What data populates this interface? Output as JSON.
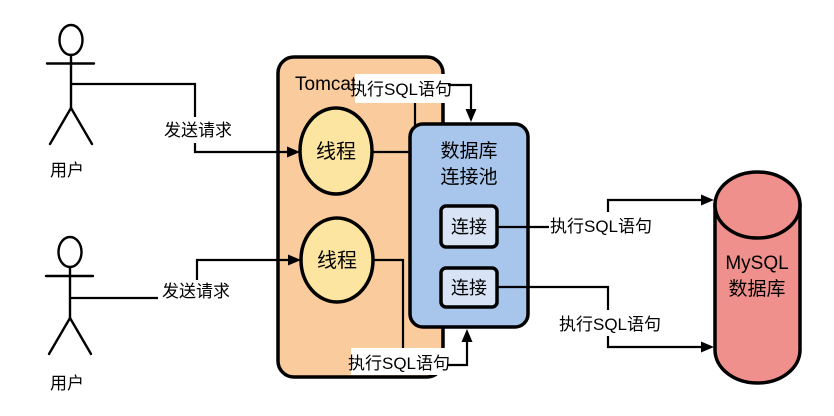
{
  "diagram": {
    "background": "#ffffff",
    "line_color": "#000000",
    "actors": {
      "head_color": "#C995C8",
      "top": {
        "label": "用户"
      },
      "bottom": {
        "label": "用户"
      }
    },
    "tomcat": {
      "label": "Tomcat",
      "fill": "#F9CB9D",
      "thread_fill": "#FBE5A0",
      "threads": [
        {
          "label": "线程"
        },
        {
          "label": "线程"
        }
      ]
    },
    "pool": {
      "title_line1": "数据库",
      "title_line2": "连接池",
      "fill": "#A8C5EB",
      "connection_fill": "#D8E4F6",
      "connections": [
        {
          "label": "连接"
        },
        {
          "label": "连接"
        }
      ]
    },
    "database": {
      "fill": "#F0908C",
      "label_line1": "MySQL",
      "label_line2": "数据库"
    },
    "edge_labels": {
      "request_top": "发送请求",
      "request_bottom": "发送请求",
      "sql_tomcat_top": "执行SQL语句",
      "sql_tomcat_bottom": "执行SQL语句",
      "sql_right_top": "执行SQL语句",
      "sql_right_bottom": "执行SQL语句"
    }
  }
}
